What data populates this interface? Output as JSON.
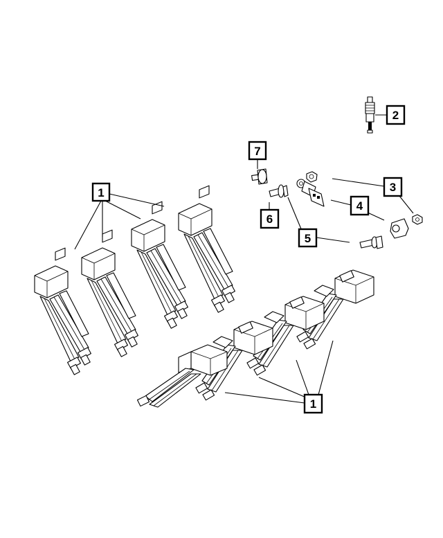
{
  "callouts": {
    "c1a": "1",
    "c1b": "1",
    "c2": "2",
    "c3": "3",
    "c4": "4",
    "c5": "5",
    "c6": "6",
    "c7": "7"
  },
  "colors": {
    "line": "#000000",
    "background": "#ffffff"
  }
}
